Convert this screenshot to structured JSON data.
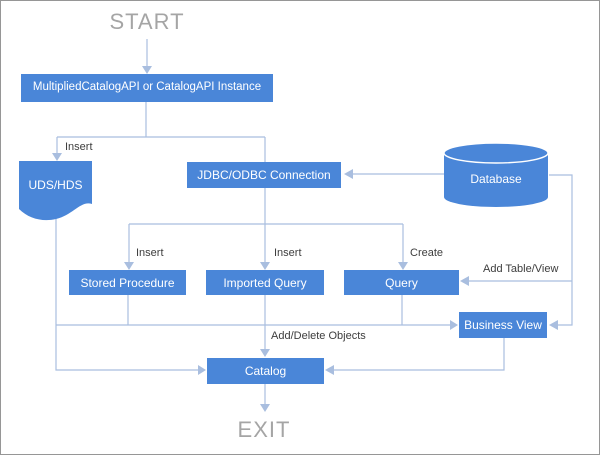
{
  "terminals": {
    "start": "START",
    "exit": "EXIT"
  },
  "nodes": {
    "main": {
      "label": "MultipliedCatalogAPI or CatalogAPI Instance"
    },
    "uds": {
      "label": "UDS/HDS"
    },
    "jdbc": {
      "label": "JDBC/ODBC Connection"
    },
    "database": {
      "label": "Database"
    },
    "stored_procedure": {
      "label": "Stored Procedure"
    },
    "imported_query": {
      "label": "Imported Query"
    },
    "query": {
      "label": "Query"
    },
    "business_view": {
      "label": "Business View"
    },
    "catalog": {
      "label": "Catalog"
    }
  },
  "edge_labels": {
    "insert_uds": "Insert",
    "insert_stored_proc": "Insert",
    "insert_imported": "Insert",
    "create_query": "Create",
    "add_table_view": "Add Table/View",
    "add_delete_objects": "Add/Delete Objects"
  },
  "colors": {
    "node_fill": "#4a86d8",
    "node_text": "#ffffff",
    "connector": "#a9bedf",
    "label_text": "#3d3d3d",
    "terminal_text": "#a5a5a5",
    "frame_border": "#969696",
    "page_bg": "#ffffff"
  }
}
